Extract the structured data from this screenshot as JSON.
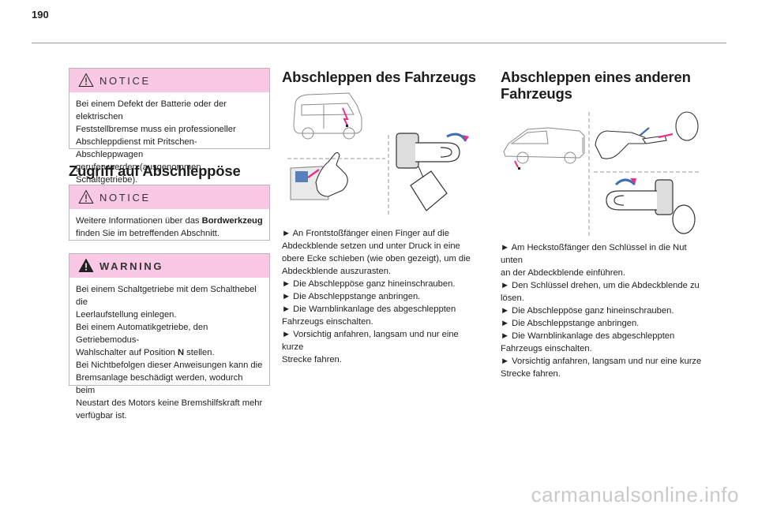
{
  "page": {
    "number": "190"
  },
  "left": {
    "notice1": {
      "label": "NOTICE",
      "lines": [
        "Bei einem Defekt der Batterie oder der elektrischen",
        "Feststellbremse muss ein professioneller",
        "Abschleppdienst mit Pritschen-Abschleppwagen",
        "gerufen werden (ausgenommen Schaltgetriebe)."
      ]
    },
    "heading": "Zugriff auf Abschleppöse",
    "notice2": {
      "label": "NOTICE",
      "line1_prefix": "Weitere Informationen über das ",
      "line1_bold": "Bordwerkzeug",
      "line2": "finden Sie im betreffenden Abschnitt."
    },
    "warning": {
      "label": "WARNING",
      "lines": [
        "Bei einem Schaltgetriebe mit dem Schalthebel die",
        "Leerlaufstellung einlegen.",
        "Bei einem Automatikgetriebe, den Getriebemodus-"
      ],
      "line4_prefix": "Wahlschalter auf Position ",
      "line4_bold": "N",
      "line4_suffix": " stellen.",
      "lines_after": [
        "Bei Nichtbefolgen dieser Anweisungen kann die",
        "Bremsanlage beschädigt werden, wodurch beim",
        "Neustart des Motors keine Bremshilfskraft mehr",
        "verfügbar ist."
      ]
    }
  },
  "middle": {
    "heading": "Abschleppen des Fahrzeugs",
    "steps": [
      "► An Frontstoßfänger einen Finger auf die",
      "Abdeckblende setzen und unter Druck in eine",
      "obere Ecke schieben (wie oben gezeigt), um die",
      "Abdeckblende auszurasten.",
      "► Die Abschleppöse ganz hineinschrauben.",
      "► Die Abschleppstange anbringen.",
      "► Die Warnblinkanlage des abgeschleppten",
      "Fahrzeugs einschalten.",
      "► Vorsichtig anfahren, langsam und nur eine kurze",
      "Strecke fahren."
    ]
  },
  "right": {
    "heading_line1": "Abschleppen eines anderen",
    "heading_line2": "Fahrzeugs",
    "steps": [
      "► Am Heckstoßfänger den Schlüssel in die Nut unten",
      "an der Abdeckblende einführen.",
      "► Den Schlüssel drehen, um die Abdeckblende zu",
      "lösen.",
      "► Die Abschleppöse ganz hineinschrauben.",
      "► Die Abschleppstange anbringen.",
      "► Die Warnblinkanlage des abgeschleppten",
      "Fahrzeugs einschalten.",
      "► Vorsichtig anfahren, langsam und nur eine kurze",
      "Strecke fahren."
    ]
  },
  "watermark": "carmanualsonline.info",
  "colors": {
    "accent_pink": "#f9c8e4",
    "arrow_pink": "#e8318a",
    "arrow_blue": "#3d6fb5"
  },
  "icons": [
    "warning-triangle-icon"
  ]
}
